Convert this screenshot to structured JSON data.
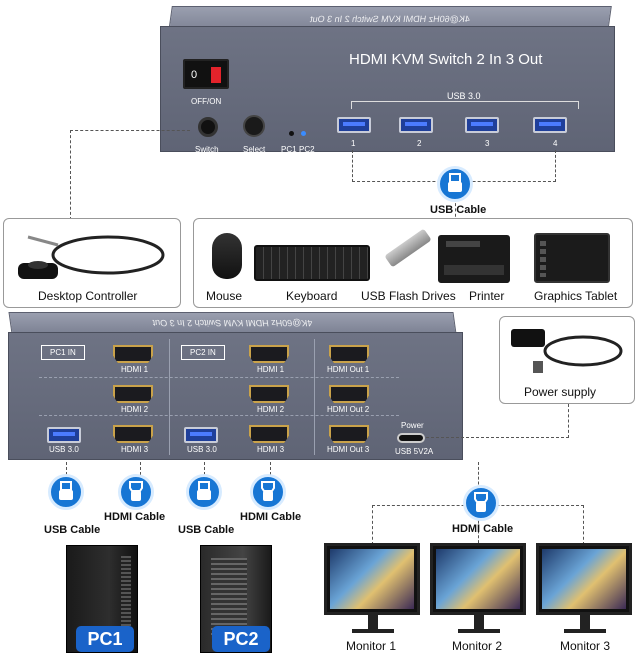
{
  "top_device": {
    "front_label": "HDMI KVM Switch 2 In 3 Out",
    "top_label": "4K@60Hz HDMI KVM Switch 2 In 3 Out",
    "power_label": "OFF/ON",
    "switch_label": "Switch",
    "select_label": "Select",
    "pc1_label": "PC1",
    "pc2_label": "PC2",
    "usb_header": "USB 3.0",
    "usb_ports": [
      "1",
      "2",
      "3",
      "4"
    ]
  },
  "usb_cable_top": "USB Cable",
  "desktop_controller_label": "Desktop Controller",
  "peripherals": [
    {
      "label": "Mouse",
      "icon": "mouse-icon"
    },
    {
      "label": "Keyboard",
      "icon": "keyboard-icon"
    },
    {
      "label": "USB Flash Drives",
      "icon": "usb-flash-drive-icon"
    },
    {
      "label": "Printer",
      "icon": "printer-icon"
    },
    {
      "label": "Graphics Tablet",
      "icon": "graphics-tablet-icon"
    }
  ],
  "back_device": {
    "top_label": "4K@60Hz HDMI KVM Switch 2 In 3 Out",
    "pc1_in": "PC1 IN",
    "pc2_in": "PC2 IN",
    "pc1_hdmi": [
      "HDMI 1",
      "HDMI 2",
      "HDMI 3"
    ],
    "pc2_hdmi": [
      "HDMI 1",
      "HDMI 2",
      "HDMI 3"
    ],
    "usb_label": "USB 3.0",
    "hdmi_out": [
      "HDMI Out 1",
      "HDMI Out 2",
      "HDMI Out 3"
    ],
    "power_port_title": "Power",
    "power_port_label": "USB 5V2A"
  },
  "power_supply_label": "Power supply",
  "bottom": {
    "pc1": {
      "usb_cable": "USB Cable",
      "hdmi_cable": "HDMI Cable",
      "badge": "PC1"
    },
    "pc2": {
      "usb_cable": "USB Cable",
      "hdmi_cable": "HDMI Cable",
      "badge": "PC2"
    },
    "monitor_hdmi_cable": "HDMI Cable",
    "monitors": [
      "Monitor 1",
      "Monitor 2",
      "Monitor 3"
    ]
  },
  "colors": {
    "accent_blue": "#1776d4",
    "device_gray": "#666b7c",
    "usb_blue": "#1f3f9a"
  }
}
